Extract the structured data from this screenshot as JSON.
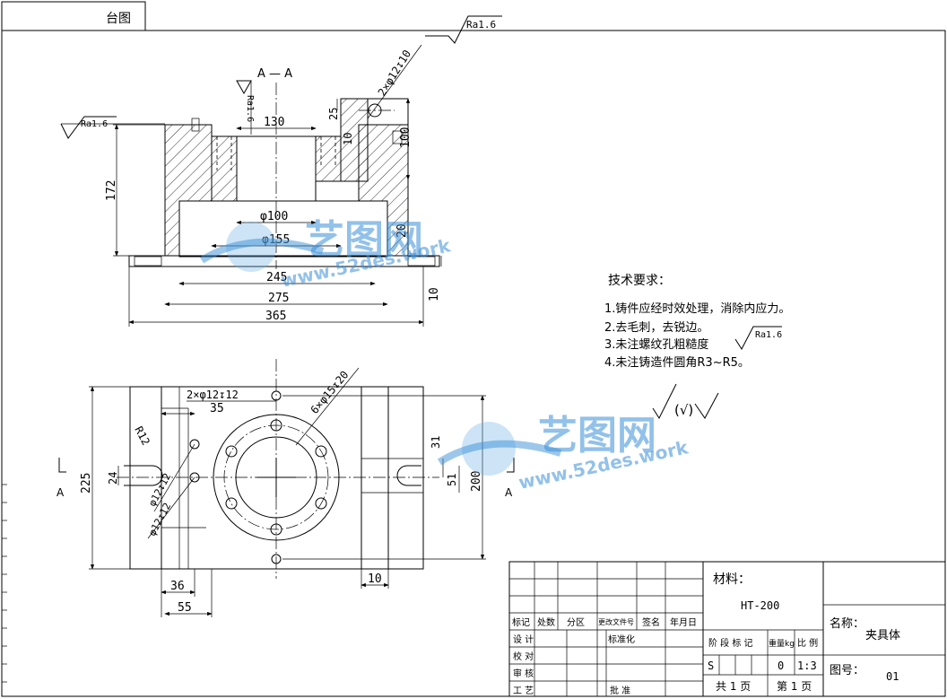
{
  "corner_label": "台图",
  "section_label": "A — A",
  "roughness": {
    "top": "Ra1.6",
    "left": "Ra1.6",
    "inner": "Ra1.6",
    "note": "Ra1.6"
  },
  "dimensions_front": {
    "hole_callout": "2×φ12↧10",
    "d130": "130",
    "d25": "25",
    "d10a": "10",
    "d100": "100",
    "d172": "172",
    "phi100": "φ100",
    "phi155": "φ155",
    "d20": "20",
    "d245": "245",
    "d275": "275",
    "d10b": "10",
    "d365": "365"
  },
  "dimensions_top": {
    "callout_holes": "2×φ12↧12",
    "callout_6holes": "6×φ15↧20",
    "d35": "35",
    "r12": "R12",
    "phi12a": "φ12↧12",
    "phi12b": "φ12↧12",
    "d24": "24",
    "d225": "225",
    "d31": "31",
    "d51": "51",
    "d200": "200",
    "d36": "36",
    "d55": "55",
    "d10": "10",
    "arrow_a_left": "A",
    "arrow_a_right": "A"
  },
  "tech_requirements": {
    "title": "技术要求：",
    "items": [
      "1.铸件应经时效处理，消除内应力。",
      "2.去毛刺，去锐边。",
      "3.未注螺纹孔粗糙度",
      "4.未注铸造件圆角R3~R5。"
    ],
    "general_roughness": "(√)"
  },
  "watermark": {
    "brand": "艺图网",
    "url": "www.52des.work"
  },
  "title_block": {
    "material_label": "材料：",
    "material_value": "HT-200",
    "name_label": "名称：",
    "name_value": "夹具体",
    "drawing_no_label": "图号：",
    "drawing_no_value": "01",
    "headers": [
      "标记",
      "处数",
      "分区",
      "更改文件号",
      "签名",
      "年月日"
    ],
    "design": "设 计",
    "standardize": "标准化",
    "check": "校 对",
    "review": "审 核",
    "process": "工 艺",
    "approve": "批 准",
    "stage_label": "阶 段 标 记",
    "weight_label": "重量kg",
    "scale_label": "比 例",
    "stage_value": "S",
    "weight_value": "0",
    "scale_value": "1:3",
    "total_pages": "共 1 页",
    "page_no": "第 1 页"
  }
}
